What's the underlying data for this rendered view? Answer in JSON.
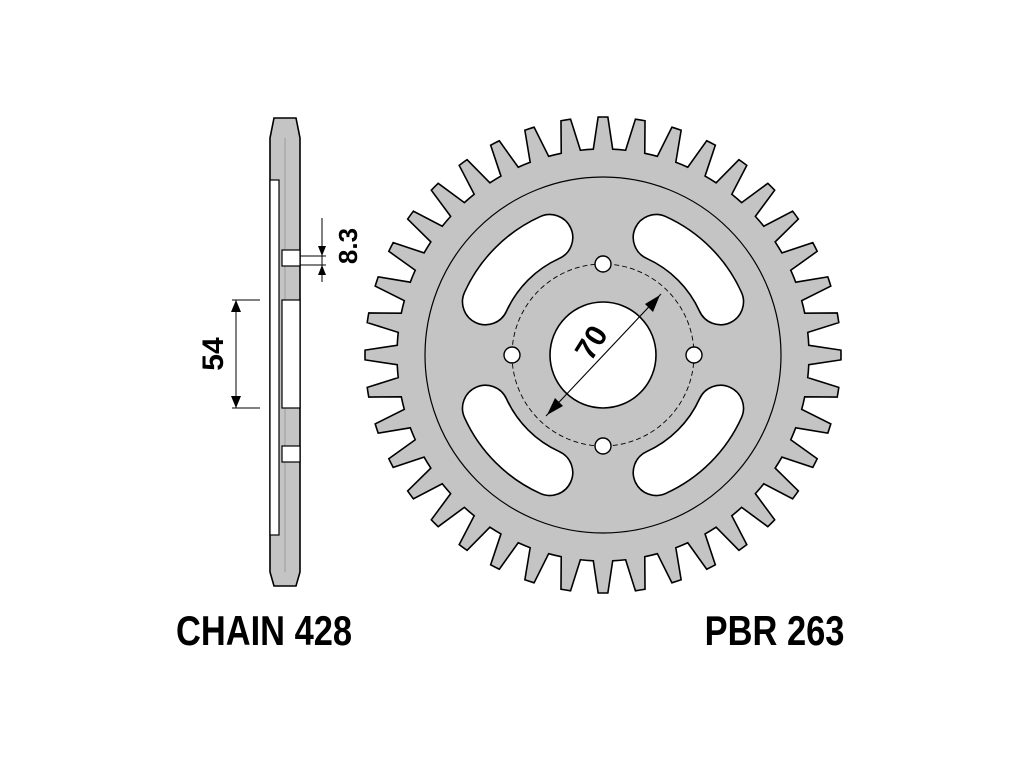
{
  "side_view": {
    "thickness_label": "8.3",
    "offset_label": "54"
  },
  "sprocket": {
    "bolt_circle_label": "70",
    "teeth": 40,
    "bolt_holes": 4,
    "lightening_slots": 4
  },
  "labels": {
    "chain": "CHAIN 428",
    "part": "PBR 263"
  },
  "colors": {
    "metal": "#c4c4c4",
    "outline": "#000000",
    "background": "#ffffff"
  }
}
